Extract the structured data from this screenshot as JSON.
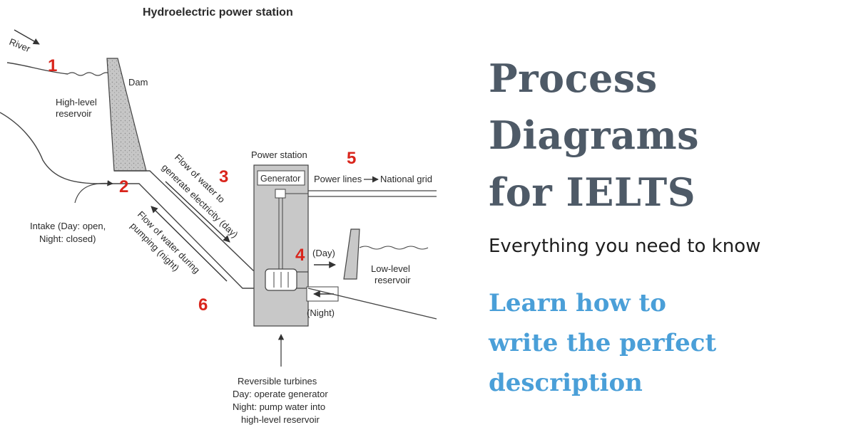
{
  "diagram": {
    "title": "Hydroelectric power station",
    "labels": {
      "river": "River",
      "dam": "Dam",
      "high_reservoir_1": "High-level",
      "high_reservoir_2": "reservoir",
      "intake_1": "Intake (Day: open,",
      "intake_2": "Night: closed)",
      "flow_day_1": "Flow of water to",
      "flow_day_2": "generate electricity (day)",
      "flow_night_1": "Flow of water during",
      "flow_night_2": "pumping (night)",
      "power_station": "Power station",
      "generator": "Generator",
      "power_lines": "Power lines",
      "national_grid": "National grid",
      "day": "(Day)",
      "night": "(Night)",
      "low_reservoir_1": "Low-level",
      "low_reservoir_2": "reservoir",
      "turbines_1": "Reversible turbines",
      "turbines_2": "Day: operate generator",
      "turbines_3": "Night: pump water into",
      "turbines_4": "high-level reservoir"
    },
    "steps": [
      "1",
      "2",
      "3",
      "4",
      "5",
      "6"
    ]
  },
  "promo": {
    "headline": [
      "Process",
      "Diagrams",
      "for IELTS"
    ],
    "subheading": "Everything you need to know",
    "tagline": [
      "Learn how to",
      "write the perfect",
      "description"
    ]
  },
  "colors": {
    "headline": "#4e5a67",
    "tagline": "#4a9fd8",
    "step_numbers": "#d9251c",
    "structure_fill": "#c8c8c8"
  }
}
